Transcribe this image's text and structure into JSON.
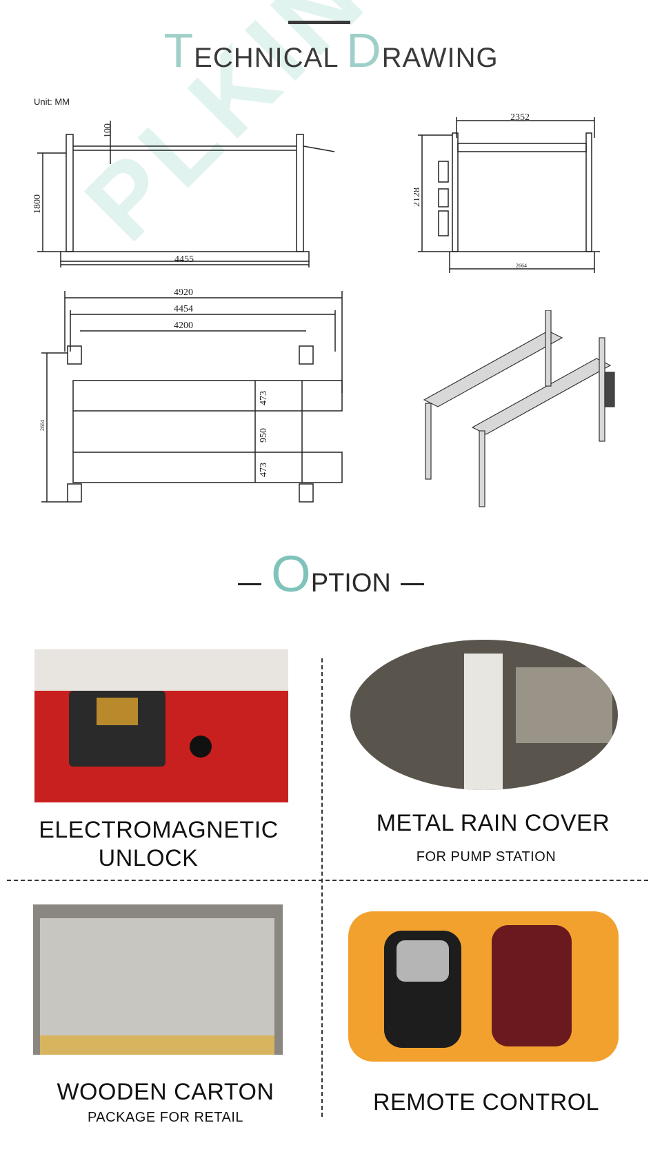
{
  "header": {
    "title_initial_1": "T",
    "title_rest_1": "ECHNICAL",
    "title_initial_2": "D",
    "title_rest_2": "RAWING"
  },
  "unit_label": "Unit: MM",
  "drawing": {
    "dims_side": [
      "100",
      "1800",
      "4455"
    ],
    "dims_front": [
      "2352",
      "2128",
      "2664"
    ],
    "dims_top": [
      "4920",
      "4454",
      "4200",
      "2664",
      "473",
      "950",
      "473"
    ]
  },
  "options": {
    "title_initial": "O",
    "title_rest": "PTION",
    "items": [
      {
        "title_line1": "ELECTROMAGNETIC",
        "title_line2": "UNLOCK",
        "subtitle": ""
      },
      {
        "title_line1": "METAL RAIN COVER",
        "title_line2": "",
        "subtitle": "FOR PUMP STATION"
      },
      {
        "title_line1": "WOODEN CARTON",
        "title_line2": "",
        "subtitle": "PACKAGE FOR RETAIL"
      },
      {
        "title_line1": "REMOTE  CONTROL",
        "title_line2": "",
        "subtitle": ""
      }
    ]
  },
  "watermark": "PLKING",
  "colors": {
    "accent": "#9ecfc8",
    "ink": "#3a3a3a",
    "photo_red": "#c8201e",
    "photo_orange": "#f2a12e"
  }
}
